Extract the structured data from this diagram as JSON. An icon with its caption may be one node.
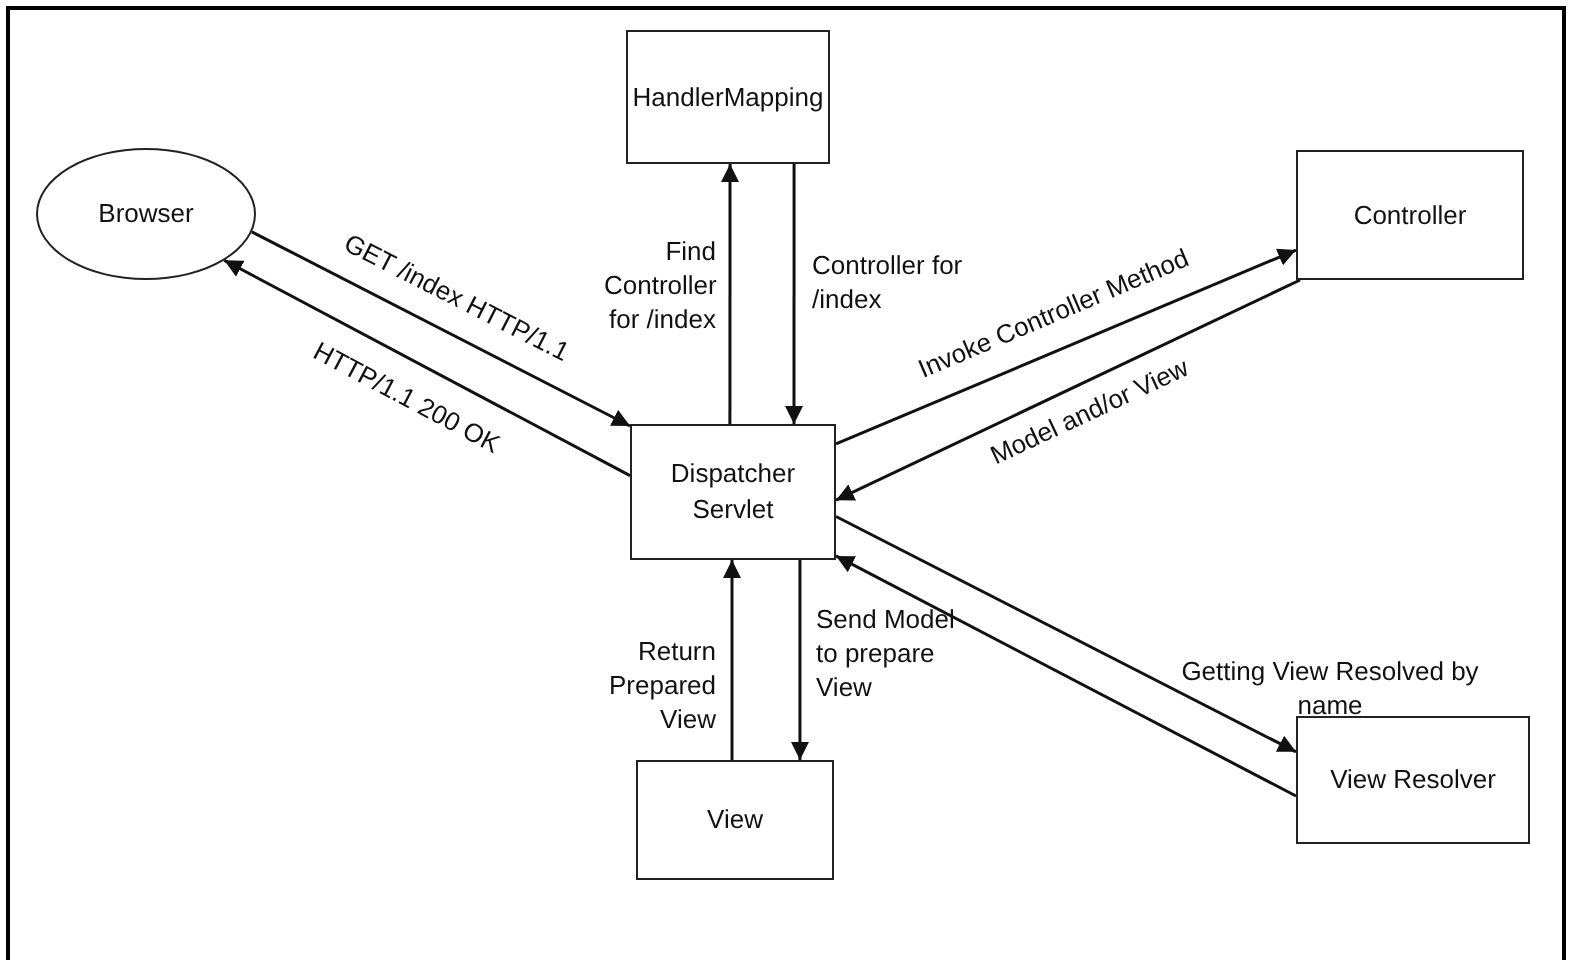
{
  "diagram": {
    "nodes": [
      {
        "text": [
          "Browser"
        ]
      },
      {
        "text": [
          "HandlerMapping"
        ]
      },
      {
        "text": [
          "Controller"
        ]
      },
      {
        "text": [
          "Dispatcher Servlet"
        ]
      },
      {
        "text": [
          "View"
        ]
      },
      {
        "text": [
          "View Resolver"
        ]
      }
    ],
    "edges": [
      {
        "from": 0,
        "to": 3,
        "arrow": "to",
        "label": "GET /index HTTP/1.1"
      },
      {
        "from": 3,
        "to": 0,
        "arrow": "to",
        "label": "HTTP/1.1 200 OK"
      },
      {
        "from": 3,
        "to": 1,
        "arrow": "to",
        "label": "Find Controller for /index"
      },
      {
        "from": 1,
        "to": 3,
        "arrow": "to",
        "label": "Controller for /index"
      },
      {
        "from": 3,
        "to": 2,
        "arrow": "to",
        "label": "Invoke Controller Method"
      },
      {
        "from": 2,
        "to": 3,
        "arrow": "to",
        "label": "Model and/or View"
      },
      {
        "from": 3,
        "to": 5,
        "arrow": "to",
        "label": "Getting View Resolved by name"
      },
      {
        "from": 5,
        "to": 3,
        "arrow": "to"
      },
      {
        "from": 3,
        "to": 4,
        "arrow": "to",
        "label": "Send Model to prepare View"
      },
      {
        "from": 4,
        "to": 3,
        "arrow": "to",
        "label": "Return Prepared View"
      }
    ]
  }
}
